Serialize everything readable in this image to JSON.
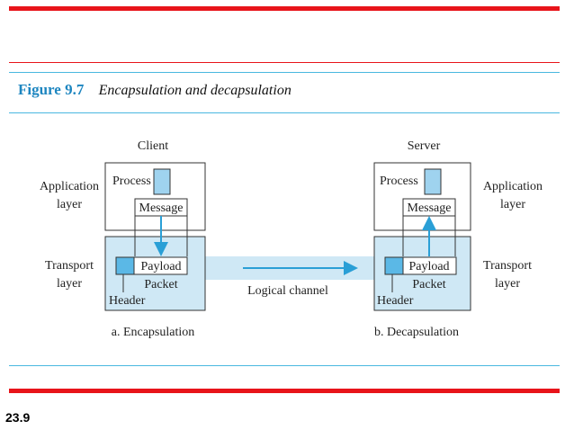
{
  "figure": {
    "number": "Figure 9.7",
    "caption": "Encapsulation and decapsulation"
  },
  "diagram": {
    "client": {
      "title": "Client",
      "process_label": "Process",
      "message_label": "Message",
      "payload_label": "Payload",
      "packet_label": "Packet",
      "header_label": "Header",
      "sublabel": "a. Encapsulation",
      "app_layer_line1": "Application",
      "app_layer_line2": "layer",
      "transport_layer_line1": "Transport",
      "transport_layer_line2": "layer"
    },
    "server": {
      "title": "Server",
      "process_label": "Process",
      "message_label": "Message",
      "payload_label": "Payload",
      "packet_label": "Packet",
      "header_label": "Header",
      "sublabel": "b. Decapsulation",
      "app_layer_line1": "Application",
      "app_layer_line2": "layer",
      "transport_layer_line1": "Transport",
      "transport_layer_line2": "layer"
    },
    "channel_label": "Logical channel"
  },
  "slide_number": "23.9",
  "colors": {
    "red_rule": "#e8141a",
    "blue_rule": "#4ab8e0",
    "title_blue": "#1e86c0",
    "layer_fill": "#cfe8f5",
    "accent_blue": "#2a9fd6"
  }
}
